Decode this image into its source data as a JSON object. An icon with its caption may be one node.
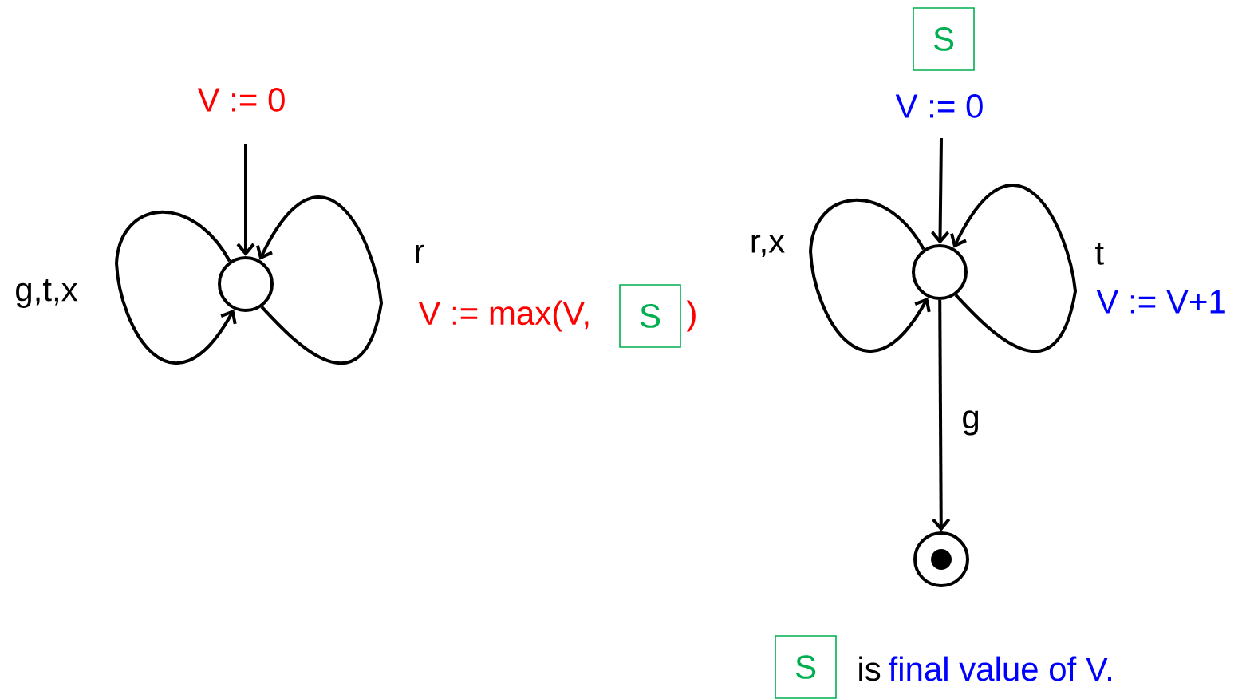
{
  "diagram": {
    "nodes": [
      {
        "text": [],
        "shape": "circle"
      },
      {
        "text": [],
        "shape": "circle"
      },
      {
        "text": [],
        "shape": "circle"
      },
      {
        "text": [
          "S"
        ]
      },
      {
        "text": [
          "S"
        ]
      },
      {
        "text": [
          "S"
        ]
      }
    ],
    "edges": [
      {
        "from": null,
        "to": 0,
        "arrow": "to",
        "label": "V := 0"
      },
      {
        "from": 0,
        "to": 0,
        "arrow": "to",
        "label": "g,t,x"
      },
      {
        "from": 0,
        "to": 0,
        "arrow": "to",
        "label": "r"
      },
      {
        "from": null,
        "to": 1,
        "arrow": "to",
        "label": "V := 0"
      },
      {
        "from": 1,
        "to": 1,
        "arrow": "to",
        "label": "r,x"
      },
      {
        "from": 1,
        "to": 1,
        "arrow": "to",
        "label": "t"
      },
      {
        "from": 1,
        "to": 2,
        "arrow": "to",
        "label": "g"
      }
    ],
    "labels": [
      "V := max(V,",
      ")",
      "V := V+1",
      "is",
      "final value of V."
    ]
  }
}
